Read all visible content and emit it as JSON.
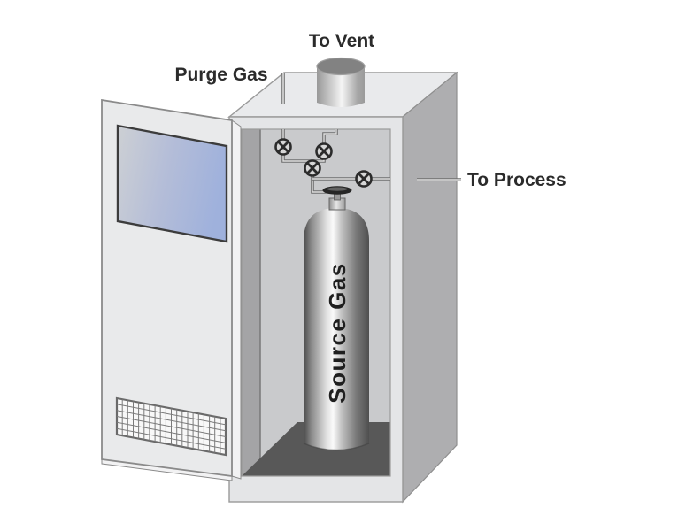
{
  "diagram": {
    "title_hidden": "",
    "labels": {
      "vent": "To Vent",
      "purge": "Purge Gas",
      "process": "To Process",
      "cylinder": "Source Gas"
    },
    "components": {
      "cabinet": "gas-cabinet",
      "door": "cabinet-door",
      "door_window": "door-window",
      "door_grille": "door-vent-grille",
      "vent_duct": "vent-duct",
      "cylinder": "source-gas-cylinder",
      "valves": [
        "purge-valve",
        "vent-valve",
        "isolation-valve",
        "process-valve",
        "cylinder-handwheel-valve"
      ]
    },
    "colors": {
      "background": "#ffffff",
      "cabinet_front": "#e4e5e7",
      "cabinet_top": "#e9eaec",
      "cabinet_side": "#aeaeb0",
      "interior_back": "#c9cacc",
      "interior_wall": "#a4a4a6",
      "interior_floor": "#585858",
      "door": "#e9eaeb",
      "door_edge": "#f2f2f3",
      "window_tint": "#a3b3dc",
      "grille_cell": "#f8f8f8",
      "pipe_outer": "#6e6e6e",
      "pipe_inner": "#dedede",
      "valve_dark": "#2b2b2b",
      "valve_fill": "#d6d6d6",
      "label_text": "#2b2b2b"
    }
  }
}
